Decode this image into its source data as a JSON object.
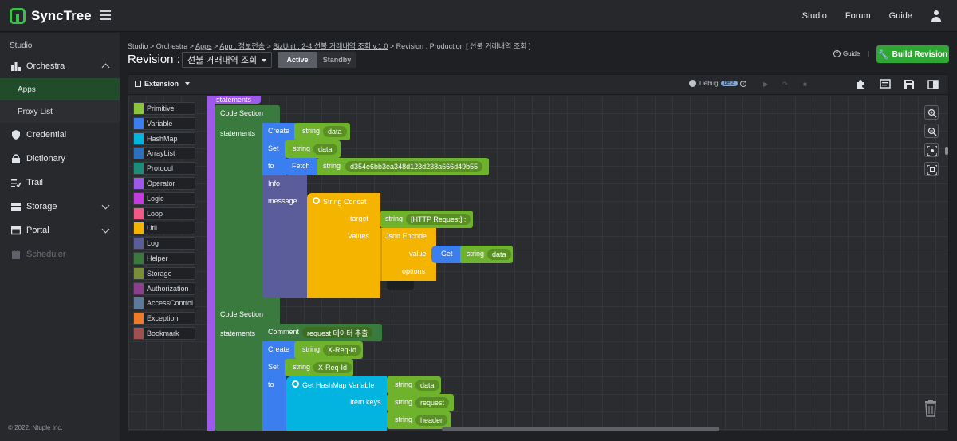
{
  "app": {
    "name": "SyncTree"
  },
  "topnav": {
    "studio": "Studio",
    "forum": "Forum",
    "guide": "Guide"
  },
  "sidebar": {
    "heading": "Studio",
    "orchestra": "Orchestra",
    "apps": "Apps",
    "proxy_list": "Proxy List",
    "credential": "Credential",
    "dictionary": "Dictionary",
    "trail": "Trail",
    "storage": "Storage",
    "portal": "Portal",
    "scheduler": "Scheduler",
    "footer": "© 2022. Ntuple Inc."
  },
  "breadcrumb": {
    "p1": "Studio > Orchestra > ",
    "apps": "Apps",
    "p2": " > ",
    "app": "App : 정보전송",
    "p3": " > ",
    "bizunit": "BizUnit : 2-4 선불 거래내역 조회 v.1.0",
    "p4": " > Revision : Production [ 선불 거래내역 조회 ]"
  },
  "revision": {
    "label": "Revision :",
    "selected": "선불 거래내역 조회",
    "active": "Active",
    "standby": "Standby"
  },
  "header": {
    "guide": "Guide",
    "separator": "|",
    "build": "Build Revision"
  },
  "editor": {
    "extension": "Extension",
    "debug": "Debug",
    "beta": "beta"
  },
  "palette": [
    {
      "label": "Primitive",
      "color": "#8cc43c"
    },
    {
      "label": "Variable",
      "color": "#3b7ef0"
    },
    {
      "label": "HashMap",
      "color": "#03b3e0"
    },
    {
      "label": "ArrayList",
      "color": "#2f6fbf"
    },
    {
      "label": "Protocol",
      "color": "#1d8d7b"
    },
    {
      "label": "Operator",
      "color": "#9c59ea"
    },
    {
      "label": "Logic",
      "color": "#c43ce0"
    },
    {
      "label": "Loop",
      "color": "#f05a84"
    },
    {
      "label": "Util",
      "color": "#f5b400"
    },
    {
      "label": "Log",
      "color": "#5b5d9b"
    },
    {
      "label": "Helper",
      "color": "#3a7a3f"
    },
    {
      "label": "Storage",
      "color": "#7a8e3a"
    },
    {
      "label": "Authorization",
      "color": "#8b3f8c"
    },
    {
      "label": "AccessControl",
      "color": "#5c7a9c"
    },
    {
      "label": "Exception",
      "color": "#f07a2a"
    },
    {
      "label": "Bookmark",
      "color": "#a05050"
    }
  ],
  "blocks": {
    "statements_top": "statements",
    "code_section_1": "Code Section",
    "statements_1": "statements",
    "create_1": "Create",
    "string_data_1": "string",
    "data_1": "data",
    "set_1": "Set",
    "string_data_2": "string",
    "data_2": "data",
    "to_1": "to",
    "fetch": "Fetch",
    "string_hash": "string",
    "hash_value": "d354e6bb3ea348d123d238a666d49b55",
    "info": "Info",
    "message": "message",
    "string_concat": "String Concat",
    "target": "target",
    "string_target": "string",
    "target_value": "[HTTP Request] :",
    "values": "Values",
    "json_encode": "Json Encode",
    "value": "value",
    "get": "Get",
    "string_get": "string",
    "get_data": "data",
    "options": "options",
    "code_section_2": "Code Section",
    "comment": "Comment",
    "comment_text": "request 데이터 추출",
    "statements_2": "statements",
    "create_2": "Create",
    "string_xreq_1": "string",
    "xreq_1": "X-Req-Id",
    "set_2": "Set",
    "string_xreq_2": "string",
    "xreq_2": "X-Req-Id",
    "to_2": "to",
    "get_hashmap": "Get HashMap Variable",
    "string_data_3": "string",
    "data_3": "data",
    "item_keys": "Item keys",
    "string_request": "string",
    "request": "request",
    "string_header": "string",
    "header": "header"
  }
}
